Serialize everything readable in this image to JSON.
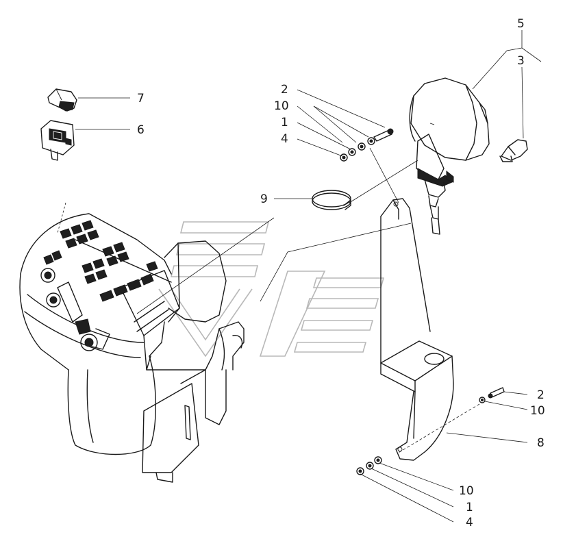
{
  "labels": {
    "l5": "5",
    "l3": "3",
    "l7": "7",
    "l6": "6",
    "l2_top": "2",
    "l10_top": "10",
    "l1_top": "1",
    "l4_top": "4",
    "l9": "9",
    "l2_right": "2",
    "l10_right": "10",
    "l8": "8",
    "l10_bottom": "10",
    "l1_bottom": "1",
    "l4_bottom": "4"
  },
  "colors": {
    "line": "#1a1a1a",
    "watermark": "#b8b8b8",
    "background": "#ffffff"
  }
}
